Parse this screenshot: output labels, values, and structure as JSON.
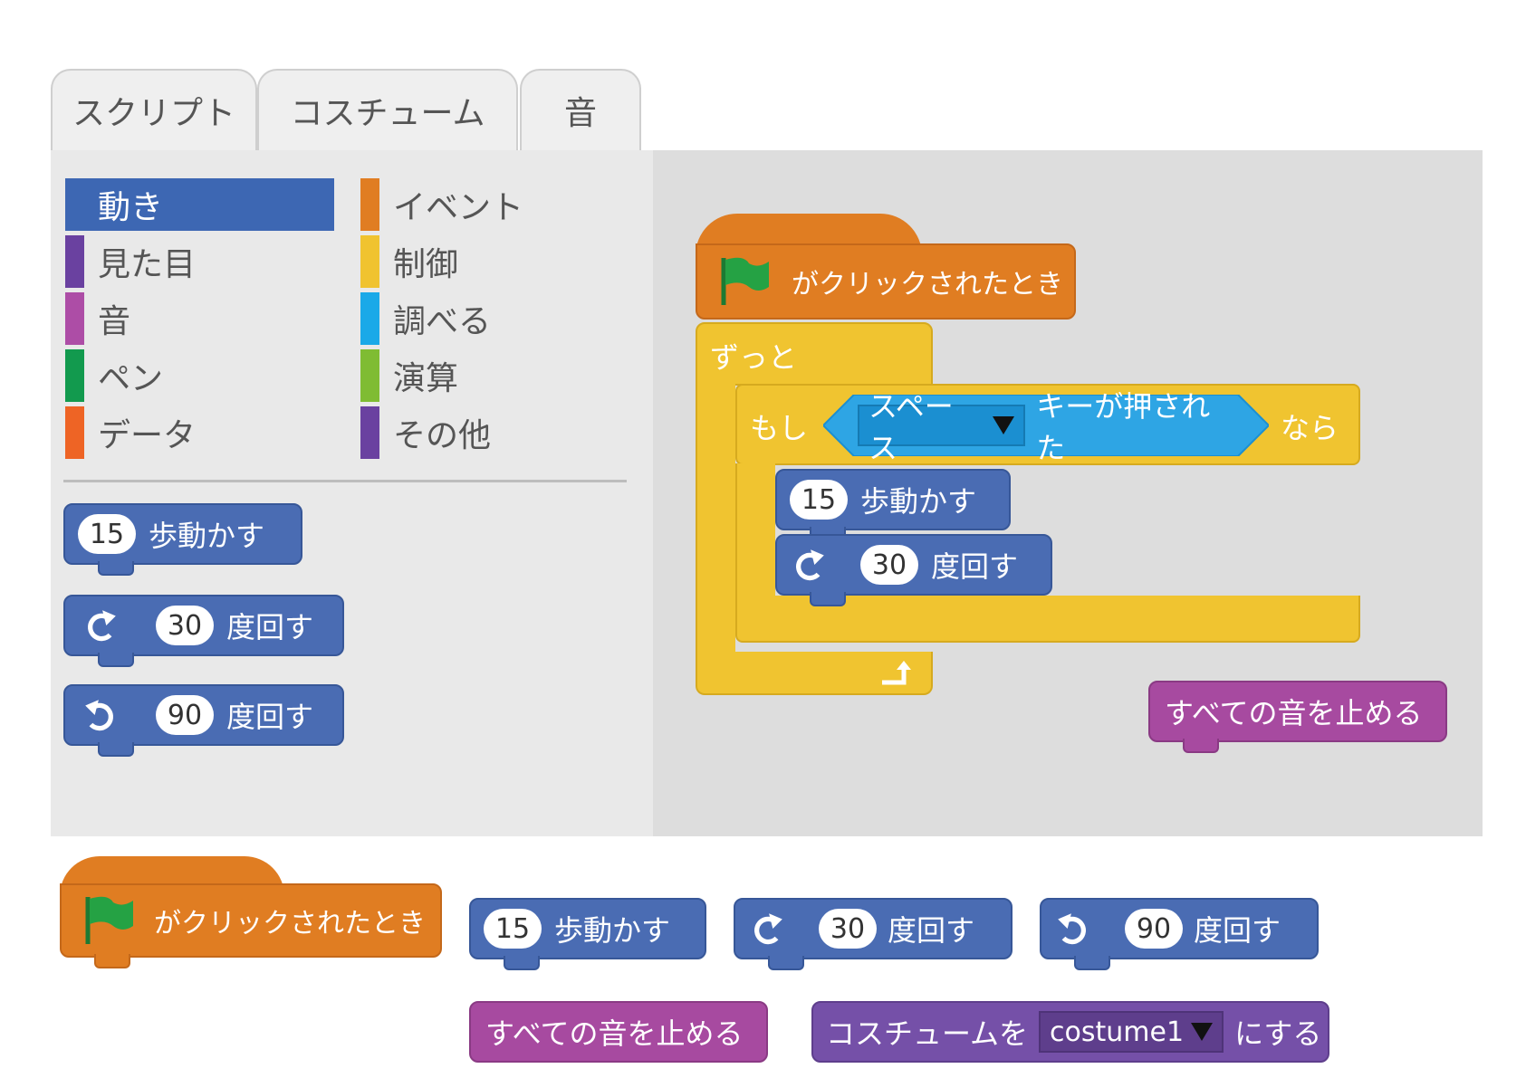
{
  "tabs": [
    {
      "label": "スクリプト"
    },
    {
      "label": "コスチューム"
    },
    {
      "label": "音"
    }
  ],
  "categories_left": [
    {
      "label": "動き",
      "color": "#3d67b3",
      "selected": true
    },
    {
      "label": "見た目",
      "color": "#6a41a0"
    },
    {
      "label": "音",
      "color": "#ad4da6"
    },
    {
      "label": "ペン",
      "color": "#129a4e"
    },
    {
      "label": "データ",
      "color": "#ee6425"
    }
  ],
  "categories_right": [
    {
      "label": "イベント",
      "color": "#e07d22"
    },
    {
      "label": "制御",
      "color": "#f0c32f"
    },
    {
      "label": "調べる",
      "color": "#1aa9e8"
    },
    {
      "label": "演算",
      "color": "#7fbc33"
    },
    {
      "label": "その他",
      "color": "#6a41a0"
    }
  ],
  "palette_blocks": {
    "move": {
      "value": "15",
      "label": "歩動かす"
    },
    "turn_right": {
      "value": "30",
      "label": "度回す",
      "icon": "turn-right-icon"
    },
    "turn_left": {
      "value": "90",
      "label": "度回す",
      "icon": "turn-left-icon"
    }
  },
  "script": {
    "hat": {
      "label": "がクリックされたとき",
      "icon": "green-flag-icon"
    },
    "forever": {
      "label": "ずっと",
      "icon": "loop-arrow-icon"
    },
    "if": {
      "label": "もし",
      "suffix": "なら"
    },
    "key_pressed": {
      "key": "スペース",
      "label": "キーが押された"
    },
    "move": {
      "value": "15",
      "label": "歩動かす"
    },
    "turn": {
      "value": "30",
      "label": "度回す"
    },
    "stop_sounds": {
      "label": "すべての音を止める"
    }
  },
  "legend_blocks": {
    "hat": {
      "label": "がクリックされたとき"
    },
    "move": {
      "value": "15",
      "label": "歩動かす"
    },
    "turn_right": {
      "value": "30",
      "label": "度回す"
    },
    "turn_left": {
      "value": "90",
      "label": "度回す"
    },
    "stop_sounds": {
      "label": "すべての音を止める"
    },
    "switch_costume": {
      "prefix": "コスチュームを",
      "value": "costume1",
      "suffix": "にする"
    }
  },
  "colors": {
    "motion": "#4a6cb3",
    "events": "#e07d22",
    "control": "#f0c430",
    "sensing": "#2ea5e4",
    "sound": "#a74aa0",
    "looks": "#7550a8"
  }
}
